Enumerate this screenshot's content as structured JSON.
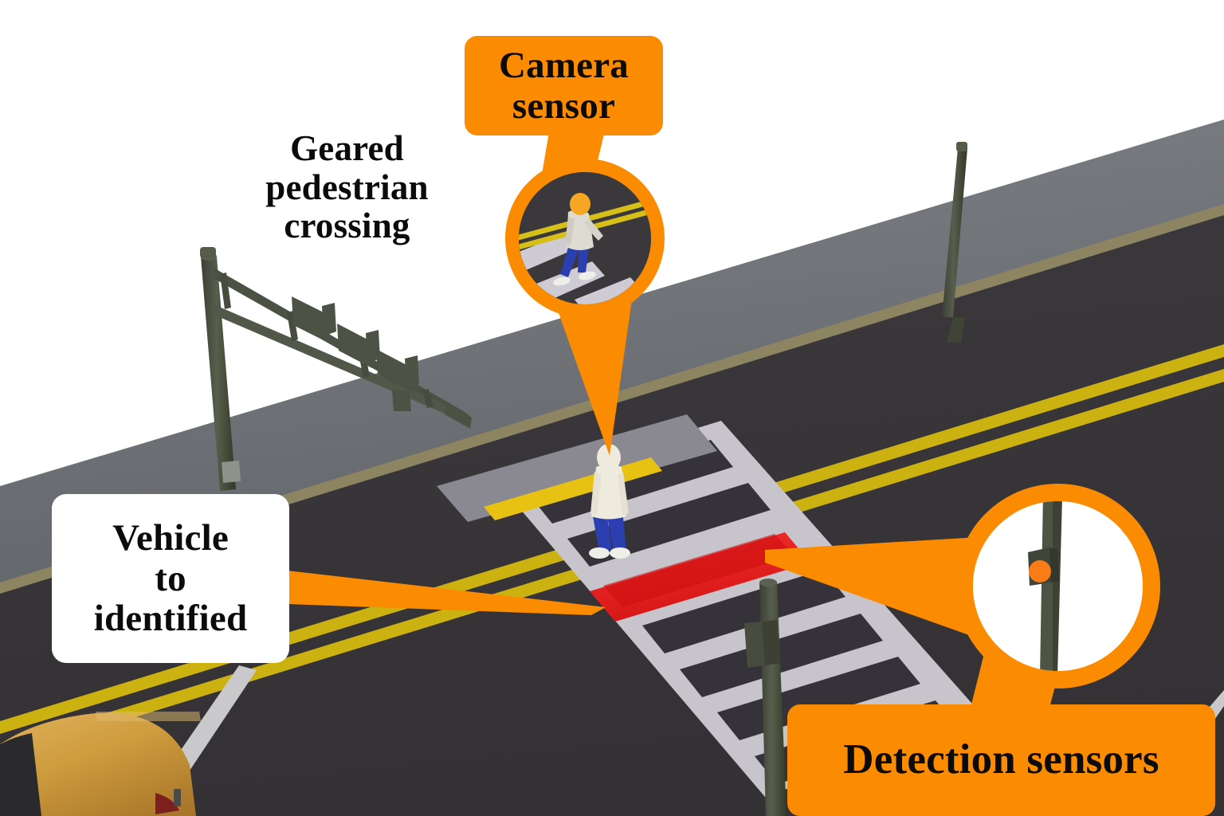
{
  "scene": {
    "title": "Smart pedestrian crossing with camera and detection sensors",
    "type": "3d-illustration-diagram",
    "background_color": "#ffffff",
    "road_color": "#3a383b",
    "sidewalk_color": "#6d7075",
    "curb_color": "#8d8462",
    "accent_orange": "#fb8c02",
    "lane_line_yellow": "#ccb211",
    "lane_line_white": "#c9c9cc",
    "crosswalk_stripe": "#c7c4cc",
    "highlight_red": "#ef2424",
    "pole_color": "#474c3e",
    "vehicle_color": "#d09b3e",
    "tactile_strip_yellow": "#e8c213"
  },
  "callouts": [
    {
      "id": "camera-sensor",
      "style": "orange-box",
      "lines": [
        "Camera",
        "sensor"
      ],
      "text_color": "#0b0b0b",
      "background": "#fb8c02"
    },
    {
      "id": "geared-pedestrian-crossing",
      "style": "plain-text",
      "lines": [
        "Geared",
        "pedestrian",
        "crossing"
      ],
      "text_color": "#0b0b0b",
      "background": "transparent"
    },
    {
      "id": "vehicle-to-identified",
      "style": "white-box",
      "lines": [
        "Vehicle",
        "to",
        "identified"
      ],
      "text_color": "#0b0b0b",
      "background": "#ffffff"
    },
    {
      "id": "detection-sensors",
      "style": "orange-box",
      "lines": [
        "Detection sensors"
      ],
      "text_color": "#0b0b0b",
      "background": "#fb8c02"
    }
  ],
  "magnifiers": [
    {
      "id": "camera-magnifier",
      "ring_color": "#fb8c02",
      "content": "pedestrian-walking-on-crosswalk",
      "background": "#3a383b",
      "points_to": "pedestrian-on-crosswalk"
    },
    {
      "id": "detection-magnifier",
      "ring_color": "#fb8c02",
      "content": "pole-mounted-detection-sensor-with-orange-indicator",
      "background": "#ffffff",
      "points_to": "red-detection-zone"
    }
  ],
  "scene_objects": [
    {
      "name": "signal-gantry-mast-arm",
      "description": "Geared pedestrian crossing signal gantry with three signal heads",
      "color": "#474c3e"
    },
    {
      "name": "sidewalk",
      "description": "Raised sidewalk running diagonally across the upper portion",
      "color": "#6d7075"
    },
    {
      "name": "crosswalk",
      "description": "Zebra crosswalk with white stripes",
      "color": "#c7c4cc"
    },
    {
      "name": "red-detection-zone",
      "description": "Red highlighted strip on the crosswalk marking the vehicle detection area",
      "color": "#ef2424"
    },
    {
      "name": "pedestrian",
      "description": "Person standing on the crosswalk wearing a light jacket and blue trousers",
      "color": "#e8e2d6"
    },
    {
      "name": "double-yellow-center-line",
      "description": "Double yellow center line running diagonally across the road",
      "color": "#ccb211"
    },
    {
      "name": "white-lane-line",
      "description": "White lane edge line",
      "color": "#c9c9cc"
    },
    {
      "name": "vehicle",
      "description": "Golden sedan approaching in the lower-left corner",
      "color": "#d09b3e"
    },
    {
      "name": "street-pole-far",
      "description": "Tall street pole on the far sidewalk",
      "color": "#474c3e"
    },
    {
      "name": "street-pole-sensor",
      "description": "Pole carrying the detection sensor next to the crosswalk",
      "color": "#474c3e"
    },
    {
      "name": "tactile-warning-strip",
      "description": "Yellow tactile warning strip at the curb ramp",
      "color": "#e8c213"
    }
  ],
  "pointers": [
    {
      "name": "camera-pointer-cone",
      "from": "camera-magnifier",
      "to": "pedestrian-on-crosswalk",
      "color": "#fb8c02"
    },
    {
      "name": "vehicle-pointer-wedge",
      "from": "vehicle-to-identified-box",
      "to": "red-detection-zone",
      "color": "#fb8c02"
    },
    {
      "name": "detection-pointer-wedge",
      "from": "detection-magnifier",
      "to": "red-detection-zone",
      "color": "#fb8c02"
    }
  ]
}
